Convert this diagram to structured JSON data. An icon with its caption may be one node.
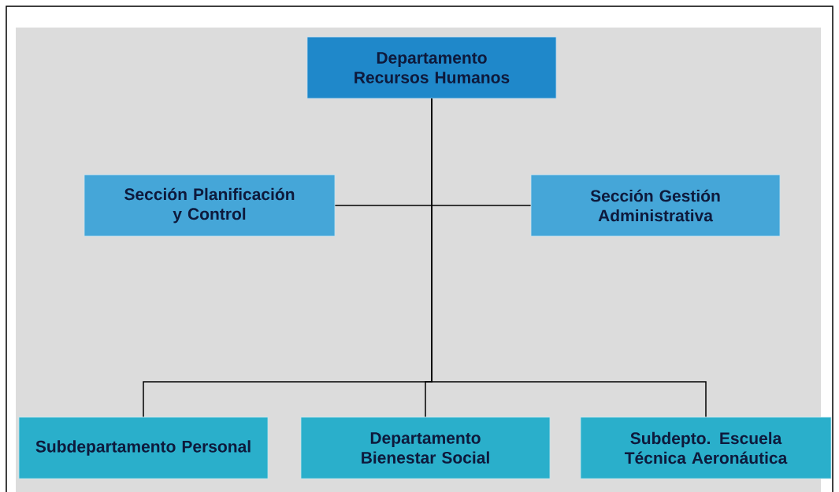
{
  "diagram": {
    "nodes": [
      {
        "text": [
          "Departamento Recursos Humanos"
        ]
      },
      {
        "text": [
          "Sección Planificación y Control"
        ]
      },
      {
        "text": [
          "Sección Gestión Administrativa"
        ]
      },
      {
        "text": [
          "Subdepartamento Personal"
        ]
      },
      {
        "text": [
          "Departamento Bienestar Social"
        ]
      },
      {
        "text": [
          "Subdepto. Escuela Técnica Aeronáutica"
        ]
      }
    ],
    "edges": [
      {
        "from": 0,
        "to": 1,
        "arrow": "none"
      },
      {
        "from": 0,
        "to": 2,
        "arrow": "none"
      },
      {
        "from": 0,
        "to": 3,
        "arrow": "none"
      },
      {
        "from": 0,
        "to": 4,
        "arrow": "none"
      },
      {
        "from": 0,
        "to": 5,
        "arrow": "none"
      }
    ]
  }
}
